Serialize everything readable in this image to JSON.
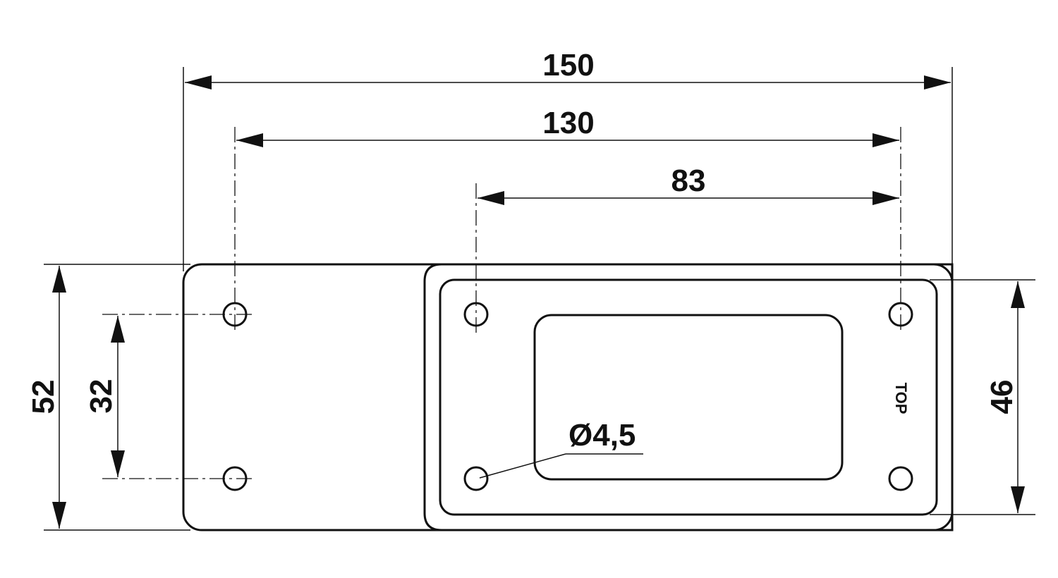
{
  "drawing": {
    "dimensions": {
      "overall_length": "150",
      "outer_hole_spacing": "130",
      "inner_hole_spacing": "83",
      "overall_height": "52",
      "hole_vertical_spacing": "32",
      "frame_height": "46"
    },
    "hole_diameter": "Ø4,5",
    "orientation_mark": "TOP"
  }
}
